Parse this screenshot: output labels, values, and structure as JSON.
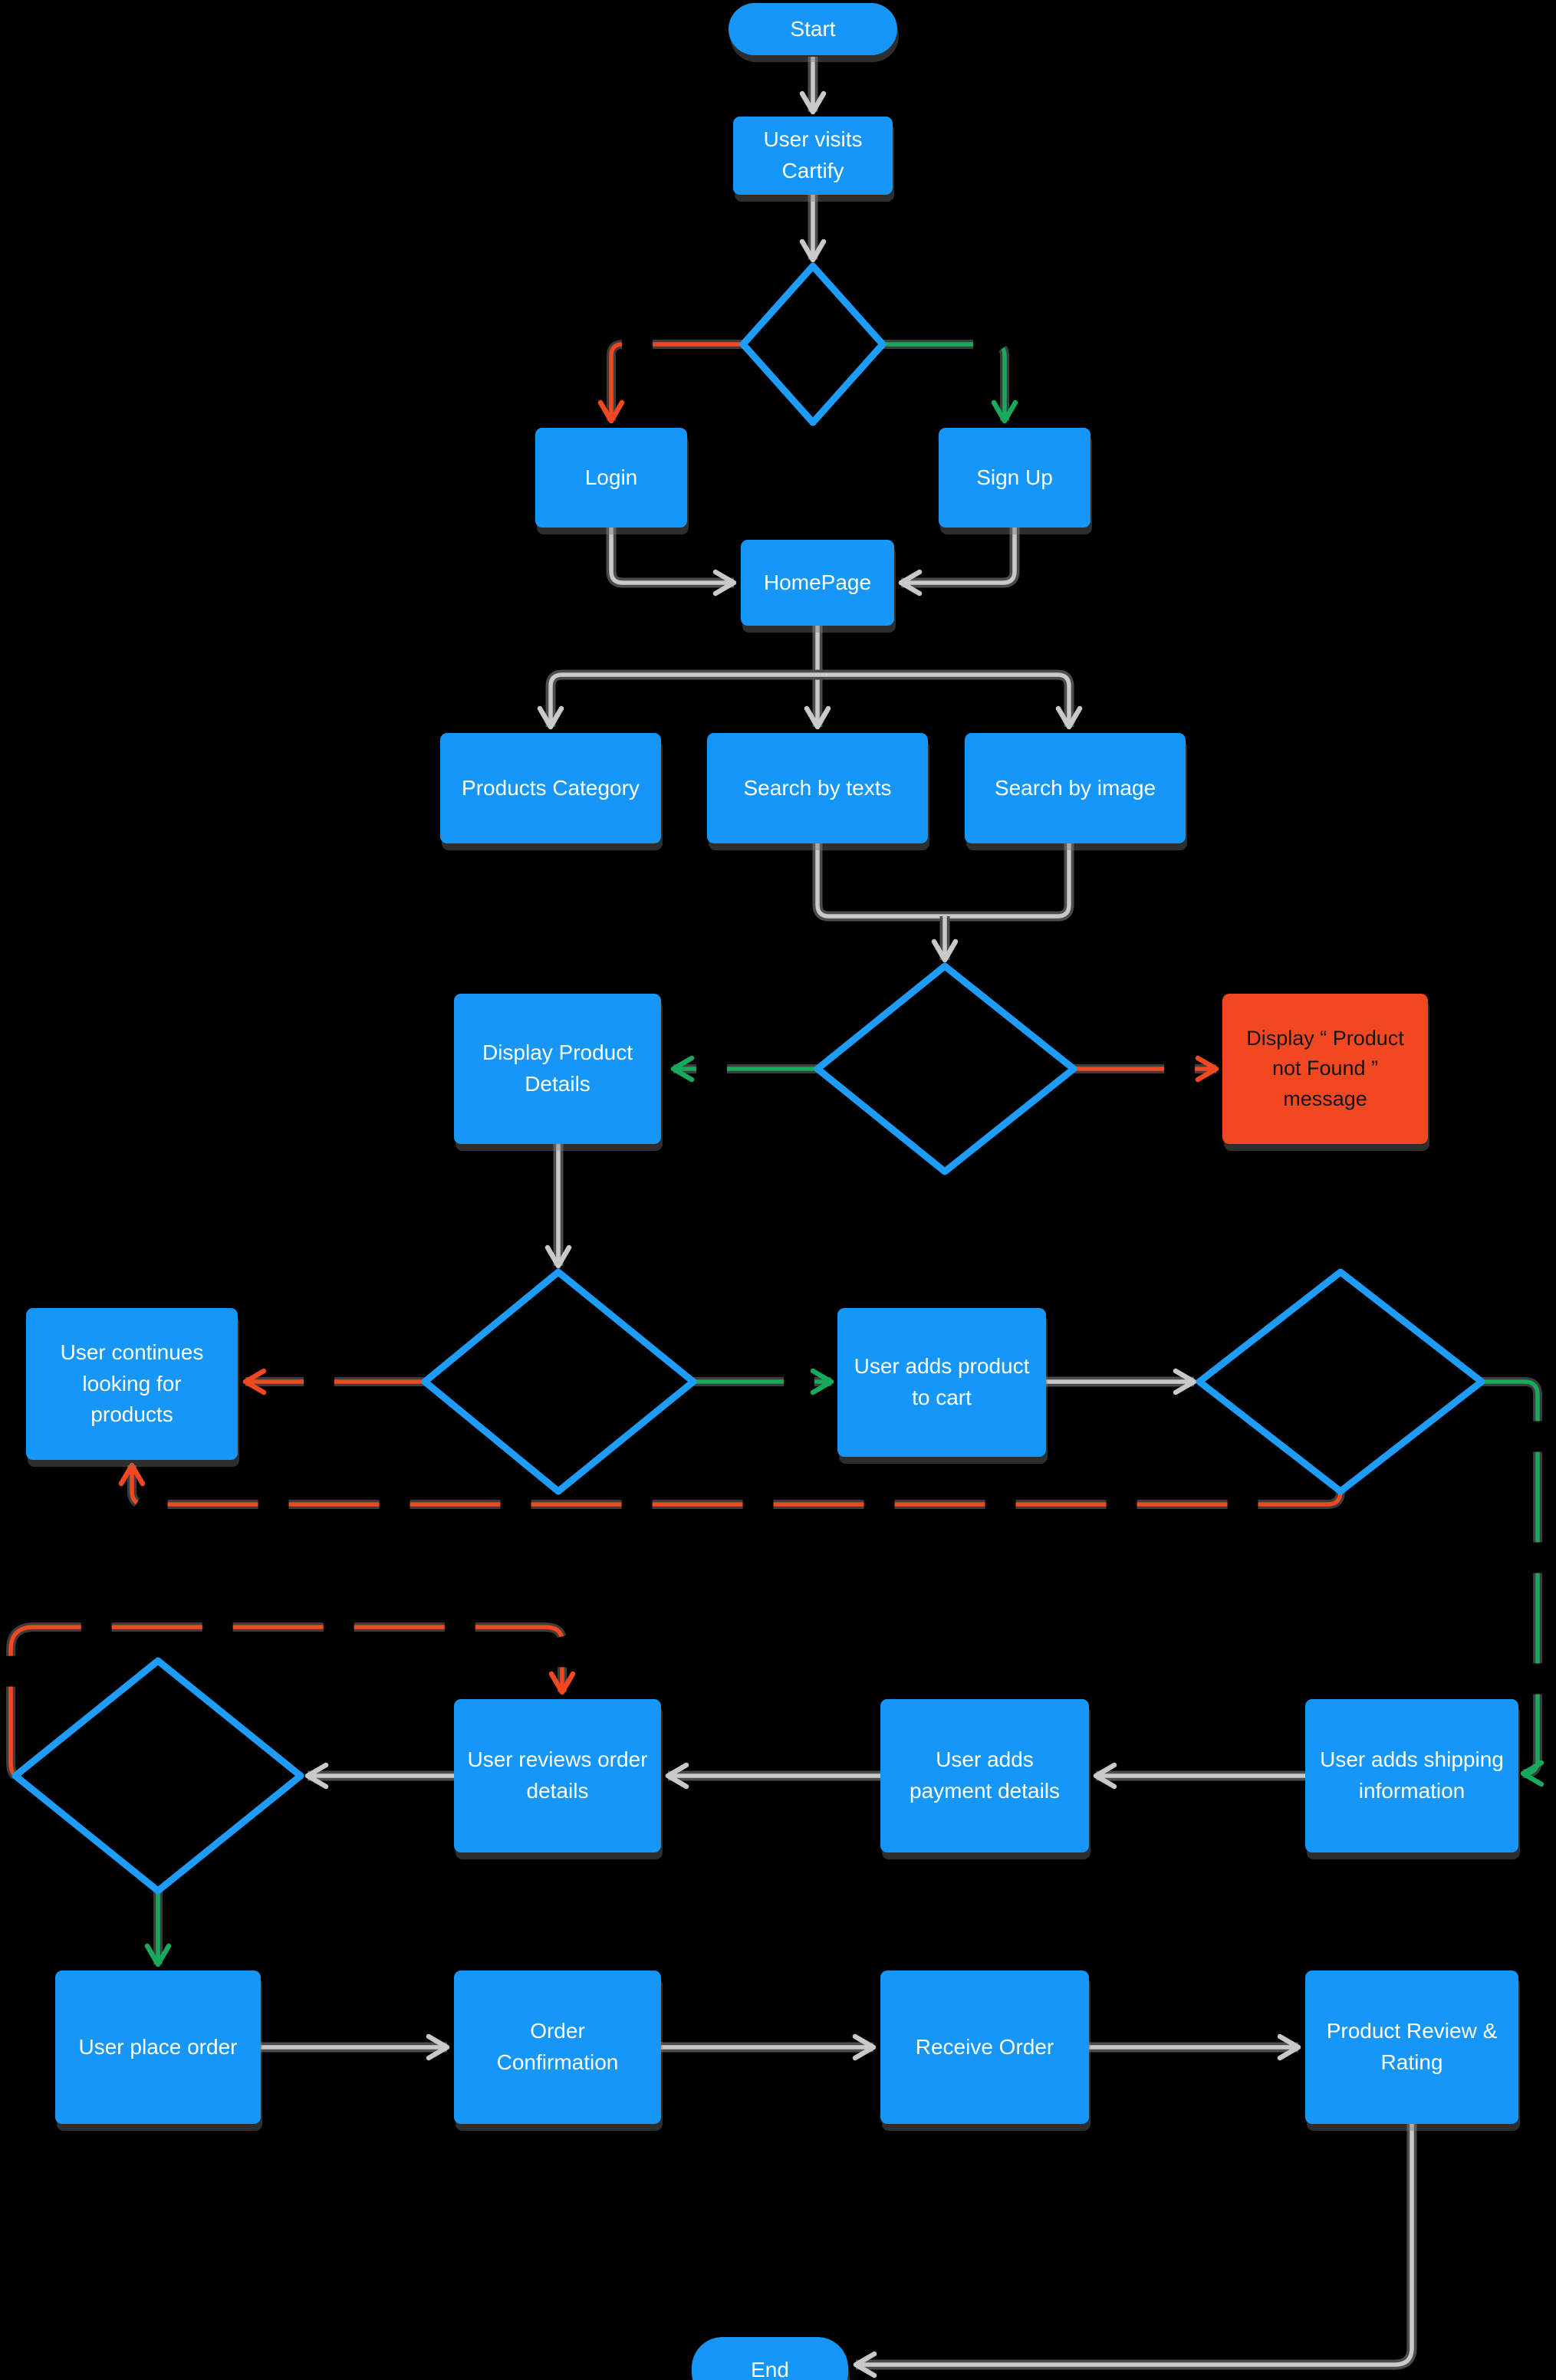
{
  "colors": {
    "background": "#000000",
    "node_blue": "#1697f8",
    "diamond_stroke": "#1e9cf9",
    "alert_red": "#f24822",
    "edge_gray": "#c9c9c9",
    "edge_green": "#17a95c",
    "edge_red": "#f24822",
    "node_text": "#ffffff",
    "alert_text": "#141414"
  },
  "nodes": {
    "start": {
      "label": "Start"
    },
    "user_visits": {
      "label": "User visits Cartify"
    },
    "login": {
      "label": "Login"
    },
    "sign_up": {
      "label": "Sign Up"
    },
    "homepage": {
      "label": "HomePage"
    },
    "products_category": {
      "label": "Products Category"
    },
    "search_by_texts": {
      "label": "Search by texts"
    },
    "search_by_image": {
      "label": "Search by image"
    },
    "display_details": {
      "label": "Display Product Details"
    },
    "not_found": {
      "label": "Display “ Product not Found ” message"
    },
    "continue_looking": {
      "label": "User continues looking for products"
    },
    "add_to_cart": {
      "label": "User adds product to cart"
    },
    "shipping": {
      "label": "User adds shipping information"
    },
    "payment": {
      "label": "User adds payment details"
    },
    "review_details": {
      "label": "User reviews order details"
    },
    "place_order": {
      "label": "User place order"
    },
    "order_confirmation": {
      "label": "Order Confirmation"
    },
    "receive_order": {
      "label": "Receive Order"
    },
    "review_rating": {
      "label": "Product Review & Rating"
    },
    "end": {
      "label": "End"
    }
  }
}
